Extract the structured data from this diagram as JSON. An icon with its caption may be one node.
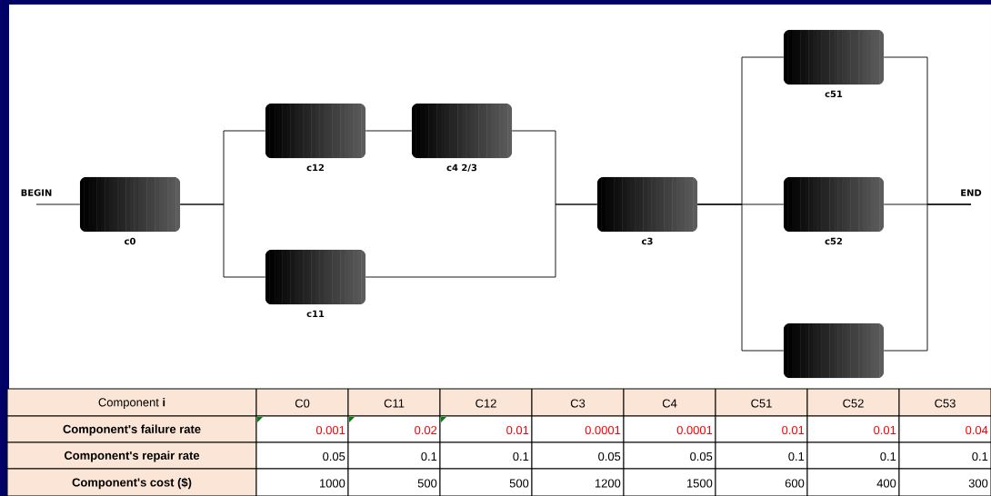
{
  "diagram": {
    "nodes": [
      {
        "text": [
          "BEGIN"
        ]
      },
      {
        "text": [
          "c0"
        ]
      },
      {
        "text": [
          "c12"
        ]
      },
      {
        "text": [
          "c4 2/3"
        ]
      },
      {
        "text": [
          "c11"
        ]
      },
      {
        "text": [
          "c3"
        ]
      },
      {
        "text": [
          "c51"
        ]
      },
      {
        "text": [
          "c52"
        ]
      },
      {
        "text": [],
        "shape": "box"
      },
      {
        "text": [
          "END"
        ]
      }
    ],
    "edges": [
      {
        "from": 0,
        "to": 1,
        "arrow": "none"
      },
      {
        "from": 1,
        "to": 2,
        "arrow": "none"
      },
      {
        "from": 1,
        "to": 4,
        "arrow": "none"
      },
      {
        "from": 2,
        "to": 3,
        "arrow": "none"
      },
      {
        "from": 3,
        "to": 5,
        "arrow": "none"
      },
      {
        "from": 4,
        "to": 5,
        "arrow": "none"
      },
      {
        "from": 5,
        "to": 6,
        "arrow": "none"
      },
      {
        "from": 5,
        "to": 7,
        "arrow": "none"
      },
      {
        "from": 5,
        "to": 8,
        "arrow": "none"
      },
      {
        "from": 6,
        "to": 9,
        "arrow": "none"
      },
      {
        "from": 7,
        "to": 9,
        "arrow": "none"
      },
      {
        "from": 8,
        "to": 9,
        "arrow": "none"
      }
    ],
    "labels": [
      "Component **i**",
      "C0",
      "C11",
      "C12",
      "C3",
      "C4",
      "C51",
      "C52",
      "C53",
      "Component's failure rate",
      "0.001",
      "0.02",
      "0.01",
      "0.0001",
      "0.0001",
      "0.01",
      "0.01",
      "0.04",
      "Component's repair rate",
      "0.05",
      "0.1",
      "0.1",
      "0.05",
      "0.05",
      "0.1",
      "0.1",
      "0.1",
      "Component's cost ($)",
      "1000",
      "500",
      "500",
      "1200",
      "1500",
      "600",
      "400",
      "300"
    ]
  }
}
